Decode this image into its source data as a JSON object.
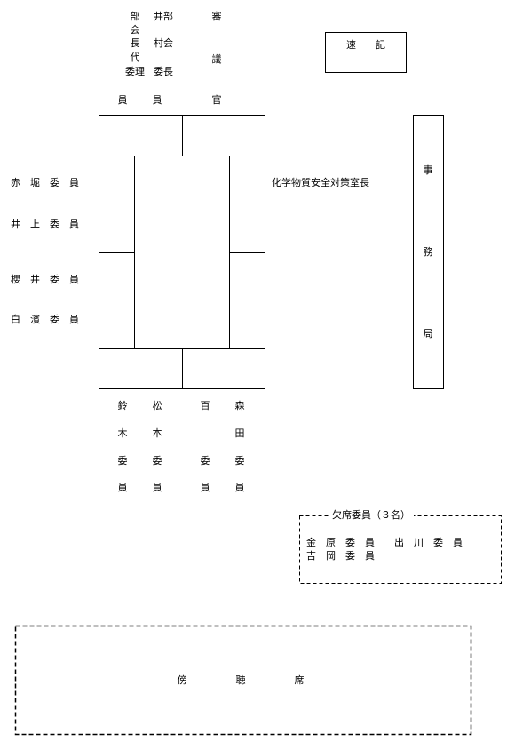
{
  "top": {
    "col1": [
      "部",
      "会",
      "長",
      "代",
      "委理",
      "",
      "員"
    ],
    "col2": [
      "井部",
      "",
      "村会",
      "",
      "委長",
      "",
      "員"
    ],
    "col3": [
      "審",
      "",
      "",
      "議",
      "",
      "",
      "官"
    ]
  },
  "stenographer": "速　　記",
  "left_members": [
    "赤　堀　委　員",
    "井　上　委　員",
    "櫻　井　委　員",
    "白　濱　委　員"
  ],
  "right_label": "化学物質安全対策室長",
  "secretariat": [
    "事",
    "務",
    "局"
  ],
  "bottom_members": [
    [
      "鈴",
      "木",
      "委",
      "員"
    ],
    [
      "松",
      "本",
      "委",
      "員"
    ],
    [
      "百",
      "",
      "委",
      "員"
    ],
    [
      "森",
      "田",
      "委",
      "員"
    ]
  ],
  "absent": {
    "title": "欠席委員（３名）",
    "row1": "金　原　委　員　　出　川　委　員",
    "row2": "吉　岡　委　員"
  },
  "gallery": "傍　　　　　聴　　　　　席"
}
